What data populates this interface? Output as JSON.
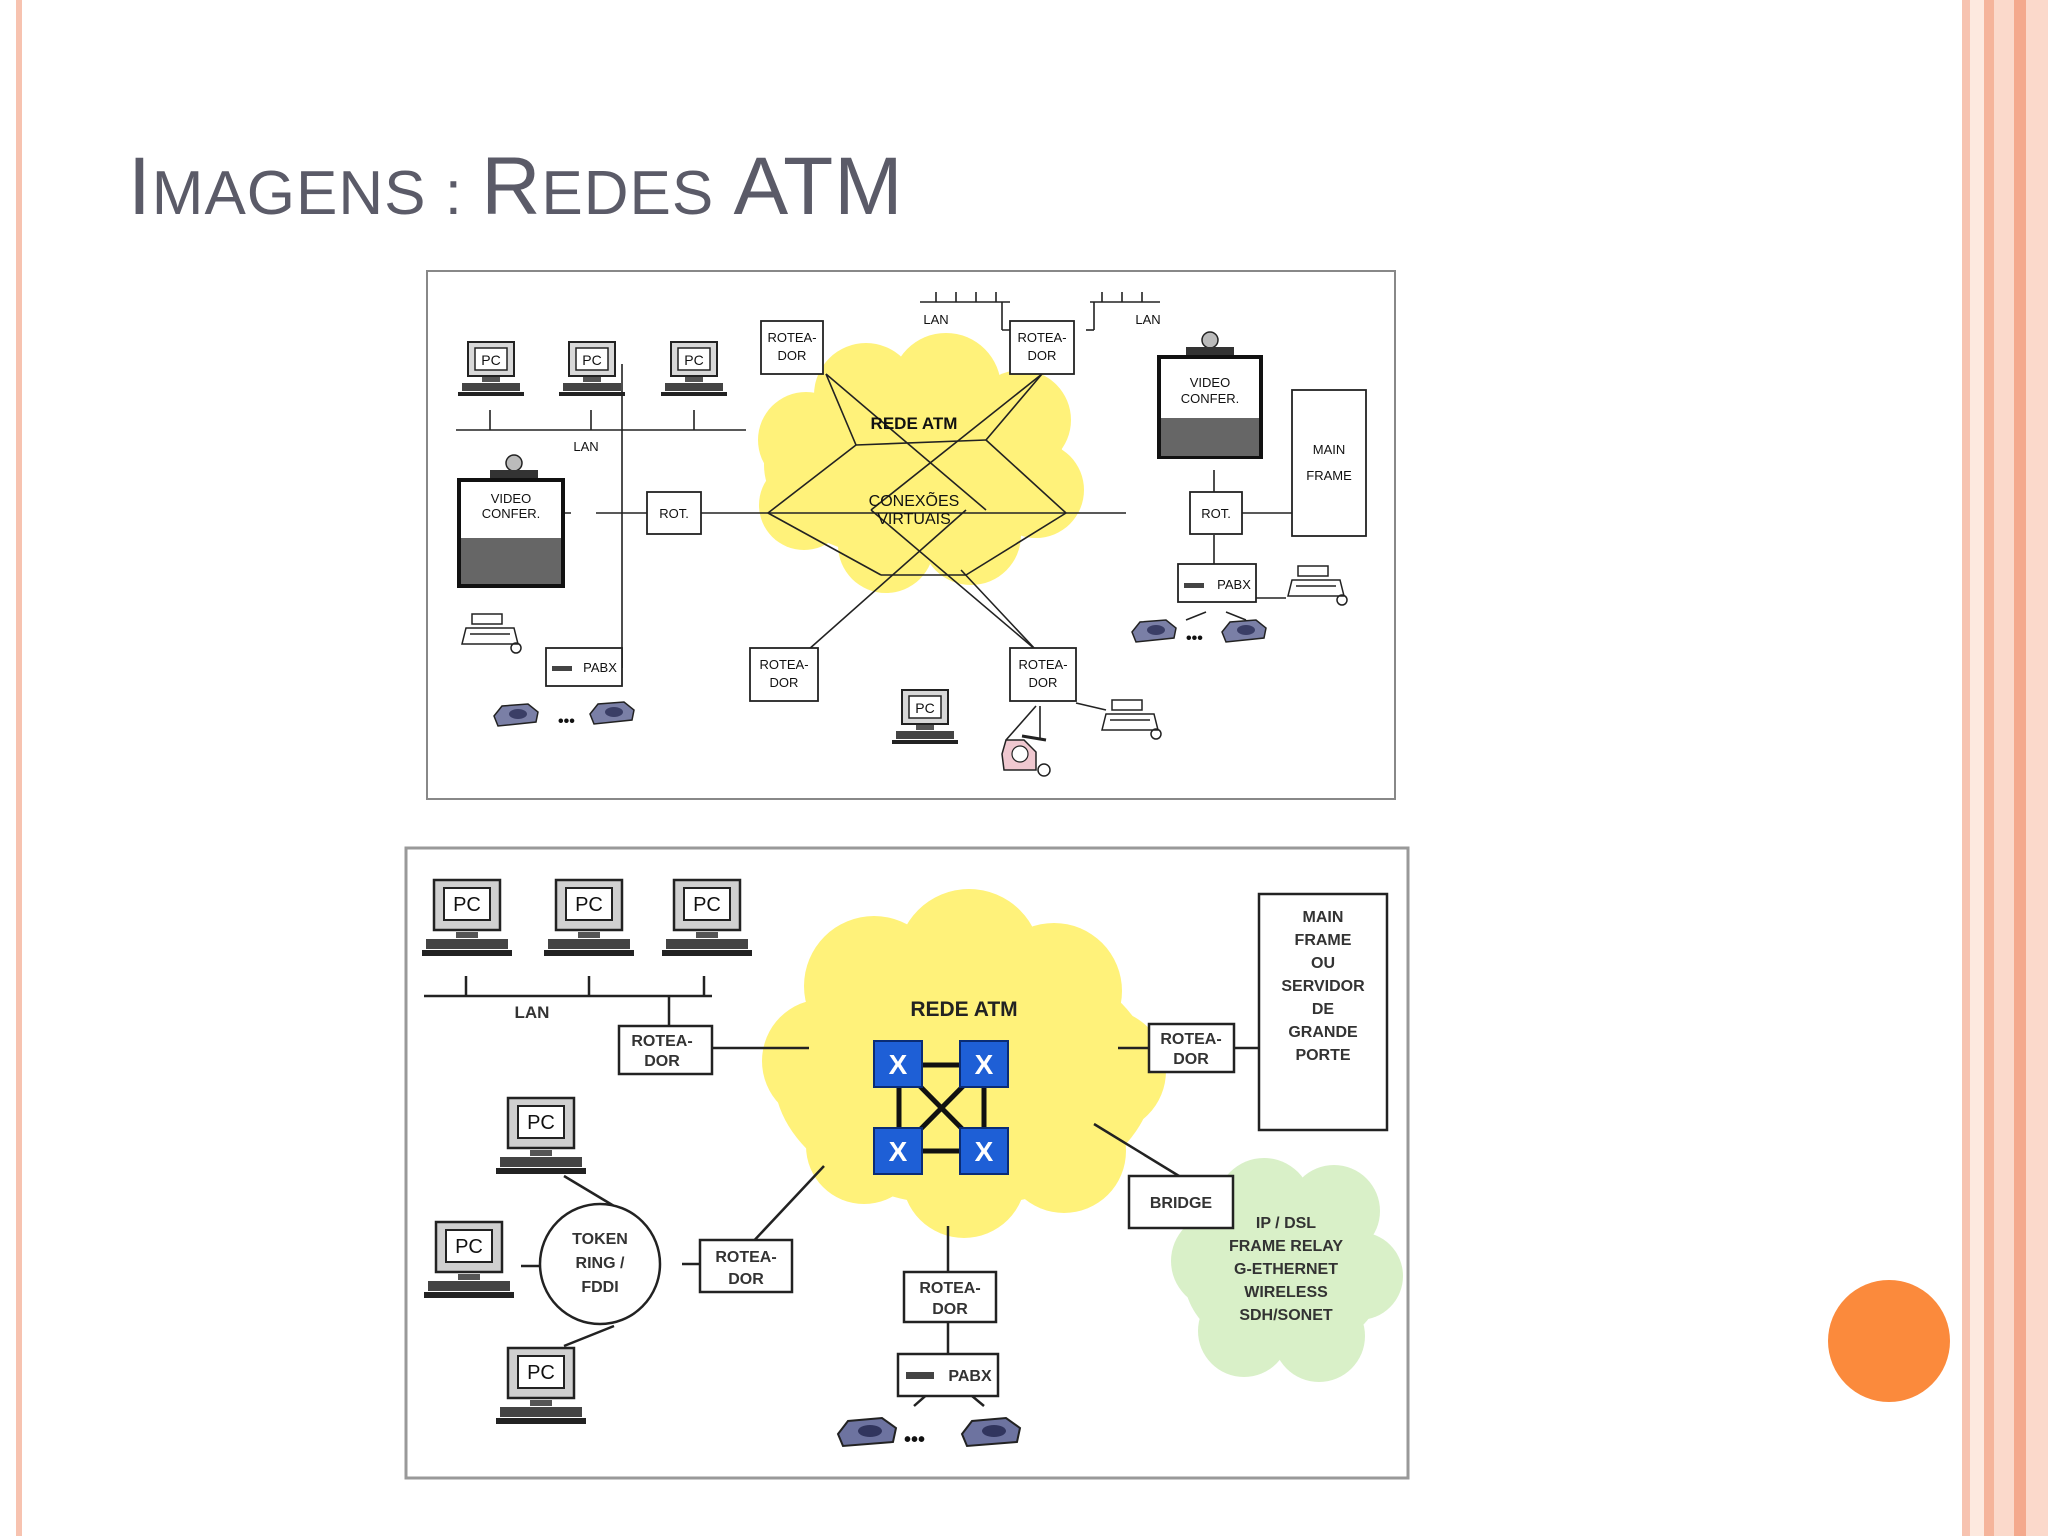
{
  "slide": {
    "title_parts": [
      "I",
      "MAGENS",
      " : ",
      "R",
      "EDES",
      " ATM"
    ]
  },
  "diagram1": {
    "cloud": {
      "title": "REDE ATM",
      "center_line1": "CONEXÕES",
      "center_line2": "VIRTUAIS"
    },
    "labels": {
      "pc": "PC",
      "lan": "LAN",
      "rot": "ROT.",
      "video_line1": "VIDEO",
      "video_line2": "CONFER.",
      "pabx": "PABX",
      "roteador_line1": "ROTEA-",
      "roteador_line2": "DOR",
      "mainframe_line1": "MAIN",
      "mainframe_line2": "FRAME"
    }
  },
  "diagram2": {
    "cloud_title": "REDE ATM",
    "switch_label": "X",
    "labels": {
      "pc": "PC",
      "lan": "LAN",
      "roteador_line1": "ROTEA-",
      "roteador_line2": "DOR",
      "token_line1": "TOKEN",
      "token_line2": "RING /",
      "token_line3": "FDDI",
      "pabx": "PABX",
      "bridge": "BRIDGE",
      "mainframe": [
        "MAIN",
        "FRAME",
        "OU",
        "SERVIDOR",
        "DE",
        "GRANDE",
        "PORTE"
      ],
      "ip_cloud": [
        "IP / DSL",
        "FRAME RELAY",
        "G-ETHERNET",
        "WIRELESS",
        "SDH/SONET"
      ]
    }
  },
  "colors": {
    "accent_orange": "#fb8a3c",
    "border_salmon": "#f7c3b0",
    "cloud_yellow": "#fff27a",
    "cloud_green": "#d9f0c8",
    "switch_blue": "#1e5fd6",
    "title_gray": "#5b5b68"
  }
}
